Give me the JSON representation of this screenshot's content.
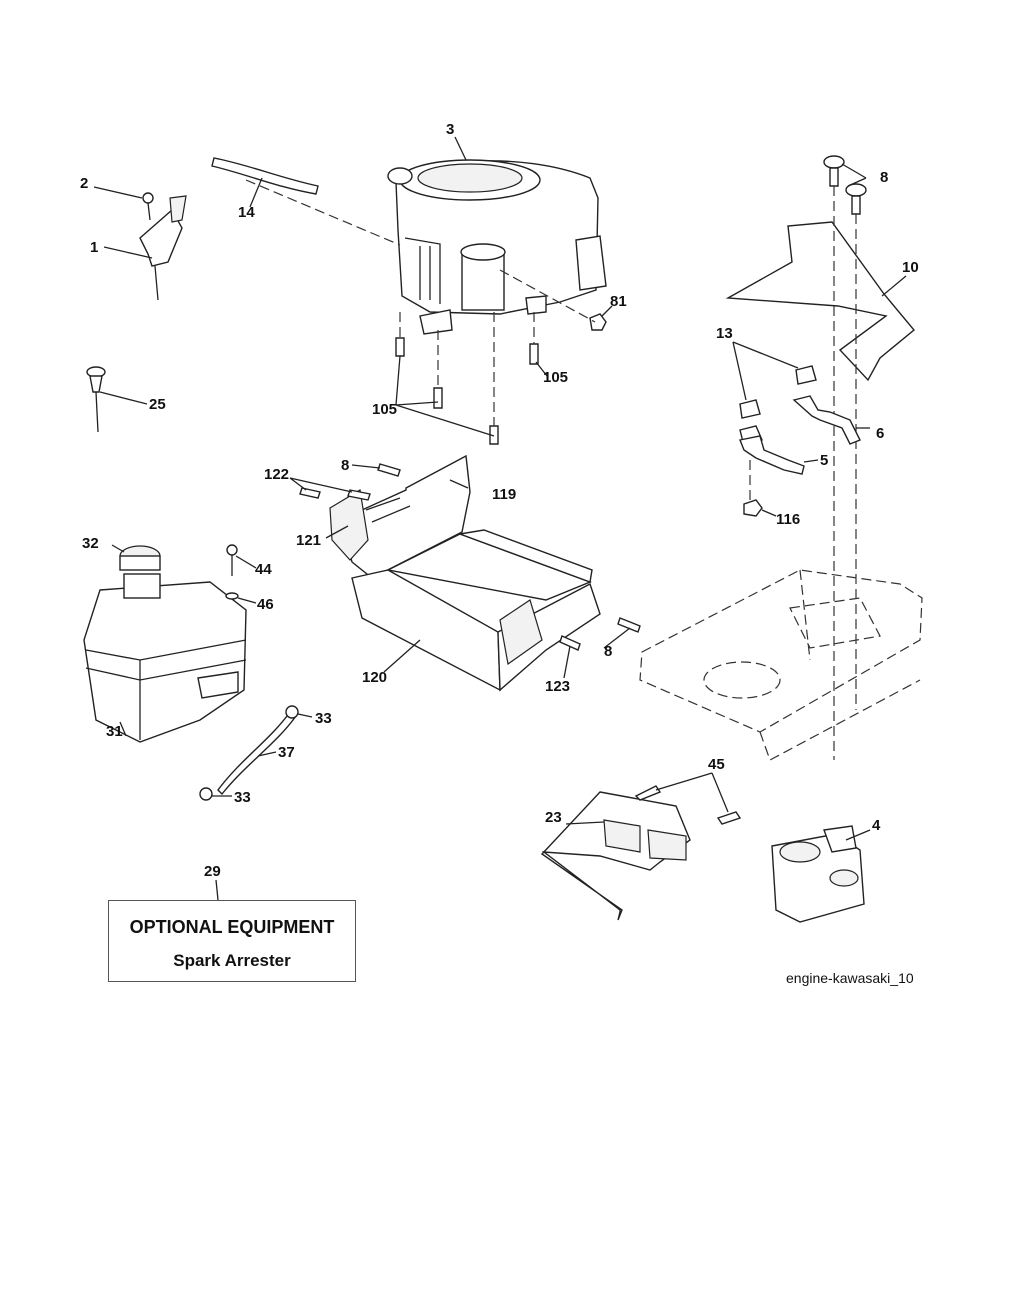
{
  "diagram": {
    "callouts": {
      "c1": "1",
      "c2": "2",
      "c3": "3",
      "c4": "4",
      "c5": "5",
      "c6": "6",
      "c8a": "8",
      "c8b": "8",
      "c8c": "8",
      "c10": "10",
      "c13": "13",
      "c14": "14",
      "c23": "23",
      "c25": "25",
      "c29": "29",
      "c31": "31",
      "c32": "32",
      "c33a": "33",
      "c33b": "33",
      "c37": "37",
      "c44": "44",
      "c45": "45",
      "c46": "46",
      "c81": "81",
      "c105a": "105",
      "c105b": "105",
      "c116": "116",
      "c119": "119",
      "c120": "120",
      "c121": "121",
      "c122": "122",
      "c123": "123"
    },
    "optional_box": {
      "title": "OPTIONAL EQUIPMENT",
      "subtitle": "Spark Arrester"
    },
    "caption": "engine-kawasaki_10"
  }
}
